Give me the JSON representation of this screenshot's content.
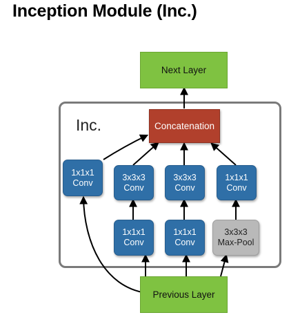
{
  "title": "Inception Module (Inc.)",
  "module_label": "Inc.",
  "nodes": {
    "next_layer": "Next Layer",
    "concatenation": "Concatenation",
    "conv_1x1_left": "1x1x1\nConv",
    "conv_3x3_a": "3x3x3\nConv",
    "conv_3x3_b": "3x3x3\nConv",
    "conv_1x1_right": "1x1x1\nConv",
    "conv_1x1_reduce_a": "1x1x1\nConv",
    "conv_1x1_reduce_b": "1x1x1\nConv",
    "max_pool": "3x3x3\nMax-Pool",
    "previous_layer": "Previous Layer"
  },
  "colors": {
    "layer": "#7fc241",
    "concat": "#b1402c",
    "conv": "#2f6fa7",
    "pool": "#b9b9b9",
    "module_border": "#7a7a7a"
  }
}
